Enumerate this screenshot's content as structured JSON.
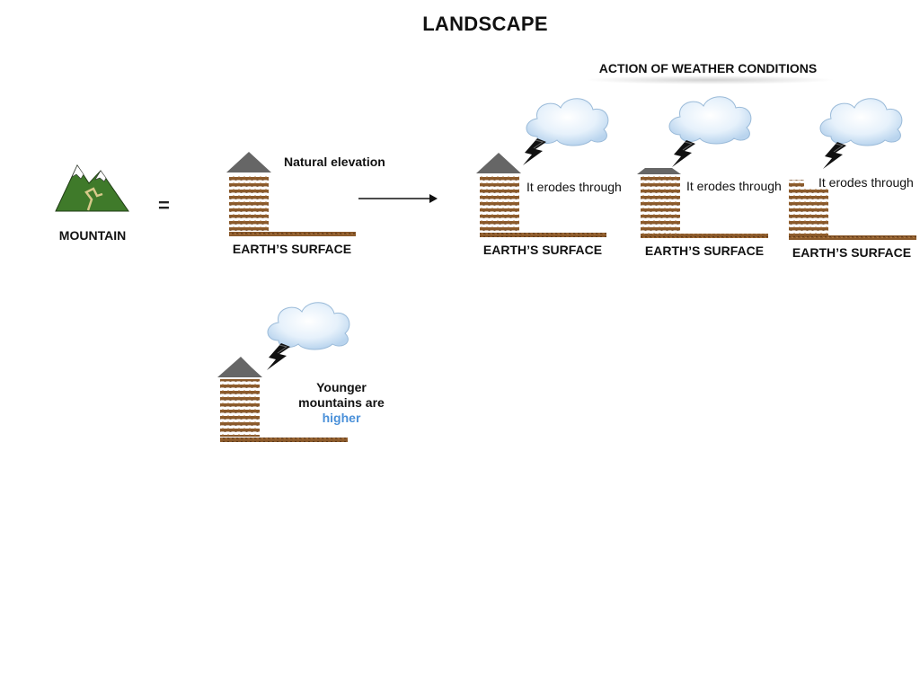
{
  "title": "LANDSCAPE",
  "action_title": "ACTION OF WEATHER CONDITIONS",
  "mountain_label": "MOUNTAIN",
  "equals_sign": "=",
  "natural_elevation": "Natural elevation",
  "surface_labels": [
    "EARTH’S SURFACE",
    "EARTH’S SURFACE",
    "EARTH’S SURFACE",
    "EARTH’S SURFACE"
  ],
  "erodes_labels": [
    "It erodes through",
    "It erodes through",
    "It erodes through"
  ],
  "younger_text": {
    "line1": "Younger",
    "line2": "mountains are",
    "line3": "higher"
  },
  "colors": {
    "soil": "#8b5a2b",
    "peak": "#666666",
    "mountain_green": "#3f7a2a",
    "accent": "#4a90d9"
  },
  "icons": [
    "mountain-icon",
    "cloud-icon",
    "lightning-icon",
    "arrow-right-icon"
  ]
}
